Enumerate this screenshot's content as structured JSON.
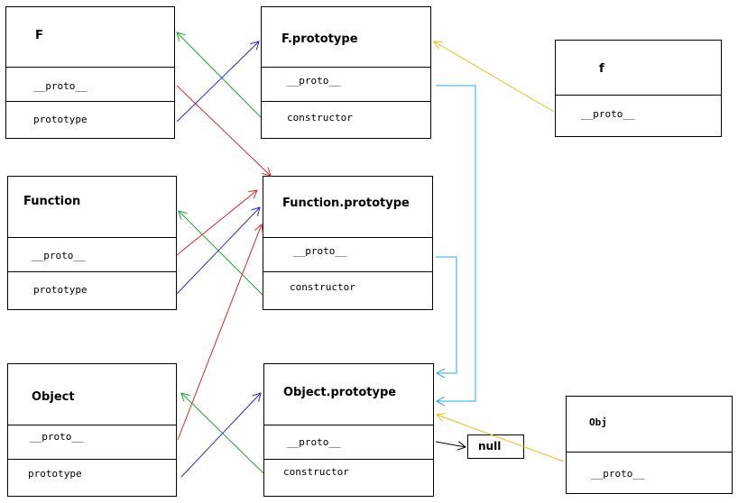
{
  "colors": {
    "green": "#22a03a",
    "blue": "#2a2ac8",
    "red": "#d42a2a",
    "cyan": "#2aa8d8",
    "yellow": "#f0b818",
    "black": "#000000"
  },
  "boxes": {
    "F": {
      "title": "F",
      "proto": "__proto__",
      "prototype": "prototype"
    },
    "F_prototype": {
      "title": "F.prototype",
      "proto": "__proto__",
      "constructor": "constructor"
    },
    "f": {
      "title": "f",
      "proto": "__proto__"
    },
    "Function": {
      "title": "Function",
      "proto": "__proto__",
      "prototype": "prototype"
    },
    "Function_prototype": {
      "title": "Function.prototype",
      "proto": "__proto__",
      "constructor": "constructor"
    },
    "Object": {
      "title": "Object",
      "proto": "__proto__",
      "prototype": "prototype"
    },
    "Object_prototype": {
      "title": "Object.prototype",
      "proto": "__proto__",
      "constructor": "constructor"
    },
    "Obj": {
      "title": "Obj",
      "proto": "__proto__"
    }
  },
  "null_label": "null"
}
